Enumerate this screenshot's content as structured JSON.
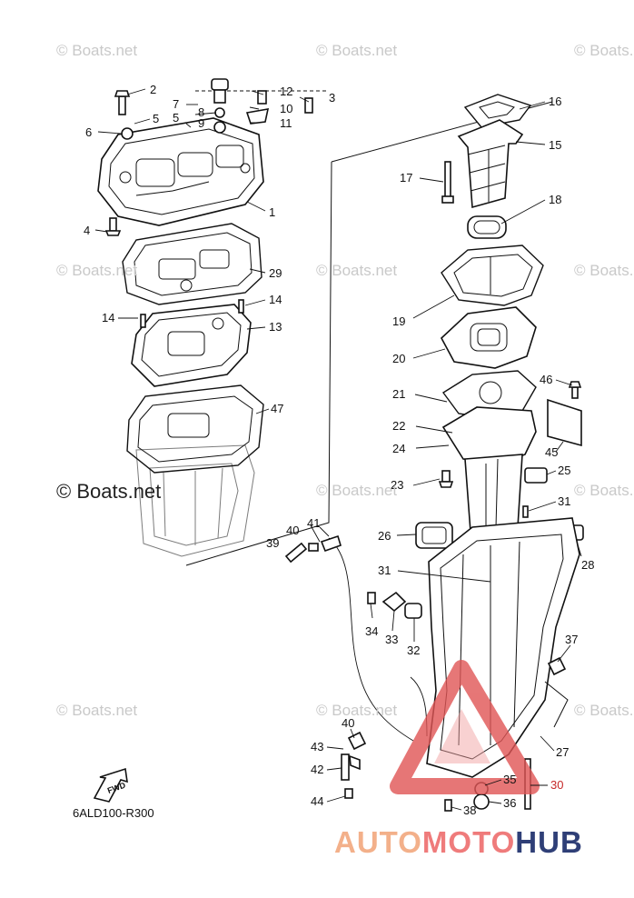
{
  "watermark": {
    "text": "© Boats.net",
    "main_text": "© Boats.net"
  },
  "drawing_code": "6ALD100-R300",
  "fwd_label": "FWD",
  "brand": {
    "part1": "AUTO",
    "part2": "MOTO",
    "part3": "HUB",
    "colors": {
      "auto": "#f3b08a",
      "moto": "#ef7b7b",
      "hub": "#2f3f77",
      "triangle": "#e05555"
    }
  },
  "callouts": [
    {
      "id": "c2",
      "text": "2"
    },
    {
      "id": "c12",
      "text": "12"
    },
    {
      "id": "c3",
      "text": "3"
    },
    {
      "id": "c7",
      "text": "7"
    },
    {
      "id": "c8",
      "text": "8"
    },
    {
      "id": "c10",
      "text": "10"
    },
    {
      "id": "c5a",
      "text": "5"
    },
    {
      "id": "c5b",
      "text": "5"
    },
    {
      "id": "c9",
      "text": "9"
    },
    {
      "id": "c11",
      "text": "11"
    },
    {
      "id": "c6",
      "text": "6"
    },
    {
      "id": "c1",
      "text": "1"
    },
    {
      "id": "c4",
      "text": "4"
    },
    {
      "id": "c29",
      "text": "29"
    },
    {
      "id": "c14a",
      "text": "14"
    },
    {
      "id": "c14b",
      "text": "14"
    },
    {
      "id": "c13",
      "text": "13"
    },
    {
      "id": "c47",
      "text": "47"
    },
    {
      "id": "c16",
      "text": "16"
    },
    {
      "id": "c15",
      "text": "15"
    },
    {
      "id": "c17",
      "text": "17"
    },
    {
      "id": "c18",
      "text": "18"
    },
    {
      "id": "c19",
      "text": "19"
    },
    {
      "id": "c20",
      "text": "20"
    },
    {
      "id": "c46",
      "text": "46"
    },
    {
      "id": "c21",
      "text": "21"
    },
    {
      "id": "c22",
      "text": "22"
    },
    {
      "id": "c24",
      "text": "24"
    },
    {
      "id": "c45",
      "text": "45"
    },
    {
      "id": "c25",
      "text": "25"
    },
    {
      "id": "c23",
      "text": "23"
    },
    {
      "id": "c31a",
      "text": "31"
    },
    {
      "id": "c26",
      "text": "26"
    },
    {
      "id": "c28",
      "text": "28"
    },
    {
      "id": "c41",
      "text": "41"
    },
    {
      "id": "c40a",
      "text": "40"
    },
    {
      "id": "c39",
      "text": "39"
    },
    {
      "id": "c31b",
      "text": "31"
    },
    {
      "id": "c34",
      "text": "34"
    },
    {
      "id": "c33",
      "text": "33"
    },
    {
      "id": "c32",
      "text": "32"
    },
    {
      "id": "c37",
      "text": "37"
    },
    {
      "id": "c27",
      "text": "27"
    },
    {
      "id": "c40b",
      "text": "40"
    },
    {
      "id": "c43",
      "text": "43"
    },
    {
      "id": "c42",
      "text": "42"
    },
    {
      "id": "c44",
      "text": "44"
    },
    {
      "id": "c35",
      "text": "35"
    },
    {
      "id": "c30",
      "text": "30"
    },
    {
      "id": "c36",
      "text": "36"
    },
    {
      "id": "c38",
      "text": "38"
    }
  ]
}
